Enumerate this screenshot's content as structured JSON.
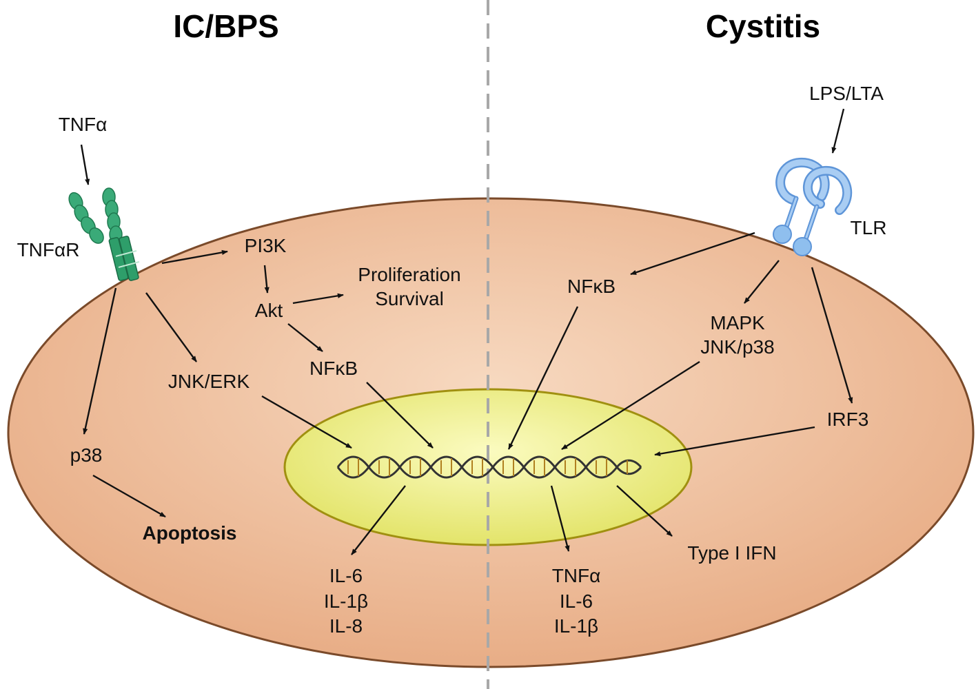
{
  "headings": {
    "left": "IC/BPS",
    "right": "Cystitis"
  },
  "colors": {
    "cell_fill": "#f0c4a3",
    "cell_stroke": "#7a4a2a",
    "nucleus_fill": "#eef08a",
    "nucleus_stroke": "#a09010",
    "divider": "#a8a8a8",
    "tnf_receptor": "#2e9e6a",
    "tlr_receptor": "#8fbfee",
    "arrow": "#111111"
  },
  "icons": {
    "tnfa_receptor": "antibody-shaped-receptor-icon",
    "tlr": "toll-like-receptor-icon",
    "dna": "dna-double-helix-icon"
  },
  "labels": {
    "tnfa": "TNFα",
    "tnfar": "TNFαR",
    "pi3k": "PI3K",
    "akt": "Akt",
    "proliferation": "Proliferation",
    "survival": "Survival",
    "nfkb_left": "NFκB",
    "jnk_erk": "JNK/ERK",
    "p38": "p38",
    "apoptosis": "Apoptosis",
    "il6_left": "IL-6",
    "il1b_left": "IL-1β",
    "il8_left": "IL-8",
    "lps_lta": "LPS/LTA",
    "tlr": "TLR",
    "nfkb_right": "NFκB",
    "mapk": "MAPK",
    "jnk_p38": "JNK/p38",
    "irf3": "IRF3",
    "type_i_ifn": "Type I IFN",
    "tnfa_right": "TNFα",
    "il6_right": "IL-6",
    "il1b_right": "IL-1β"
  }
}
